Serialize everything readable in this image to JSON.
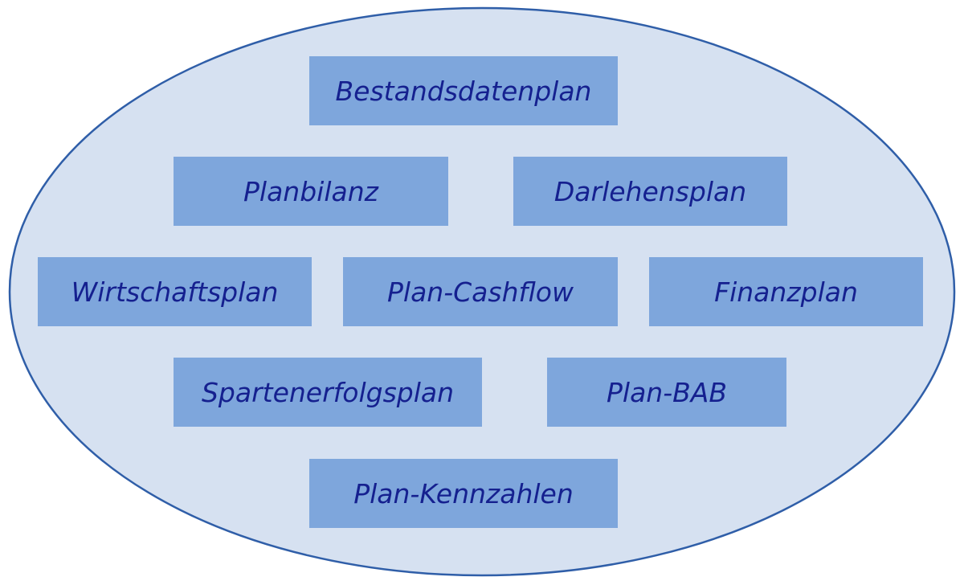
{
  "colors": {
    "ellipse_fill": "#d6e1f1",
    "ellipse_stroke": "#2f5ea8",
    "box_fill": "#7ea6dc",
    "text": "#15208f"
  },
  "diagram": {
    "boxes": {
      "bestandsdatenplan": "Bestandsdatenplan",
      "planbilanz": "Planbilanz",
      "darlehensplan": "Darlehensplan",
      "wirtschaftsplan": "Wirtschaftsplan",
      "plan_cashflow": "Plan-Cashflow",
      "finanzplan": "Finanzplan",
      "spartenerfolgsplan": "Spartenerfolgsplan",
      "plan_bab": "Plan-BAB",
      "plan_kennzahlen": "Plan-Kennzahlen"
    }
  }
}
